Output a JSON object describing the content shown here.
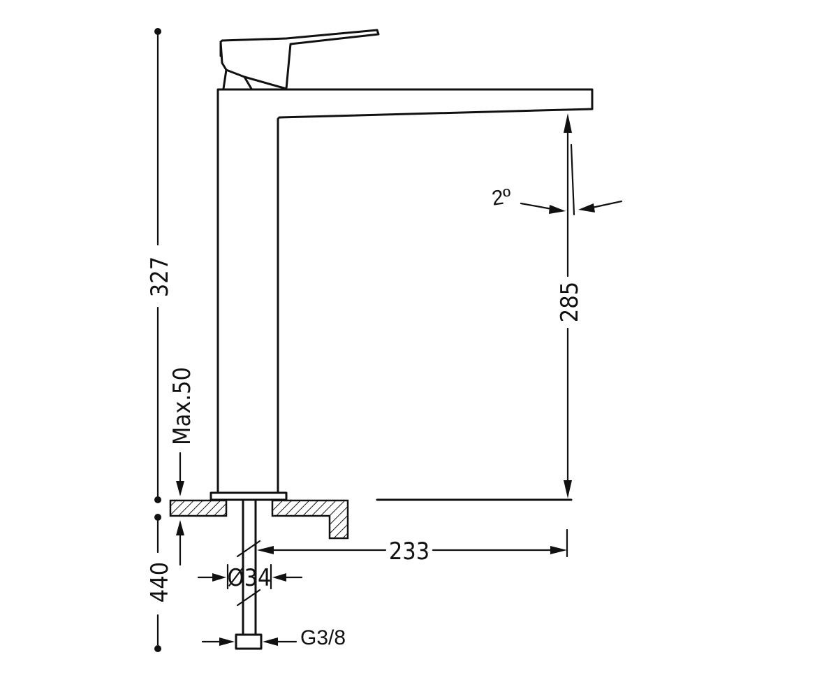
{
  "dimensions": {
    "total_height": "327",
    "spout_height": "285",
    "deck_thickness": "Max.50",
    "hose_length": "440",
    "spout_reach": "233",
    "hole_diameter": "Ø34",
    "connection": "G3/8",
    "spout_angle": "2º"
  }
}
